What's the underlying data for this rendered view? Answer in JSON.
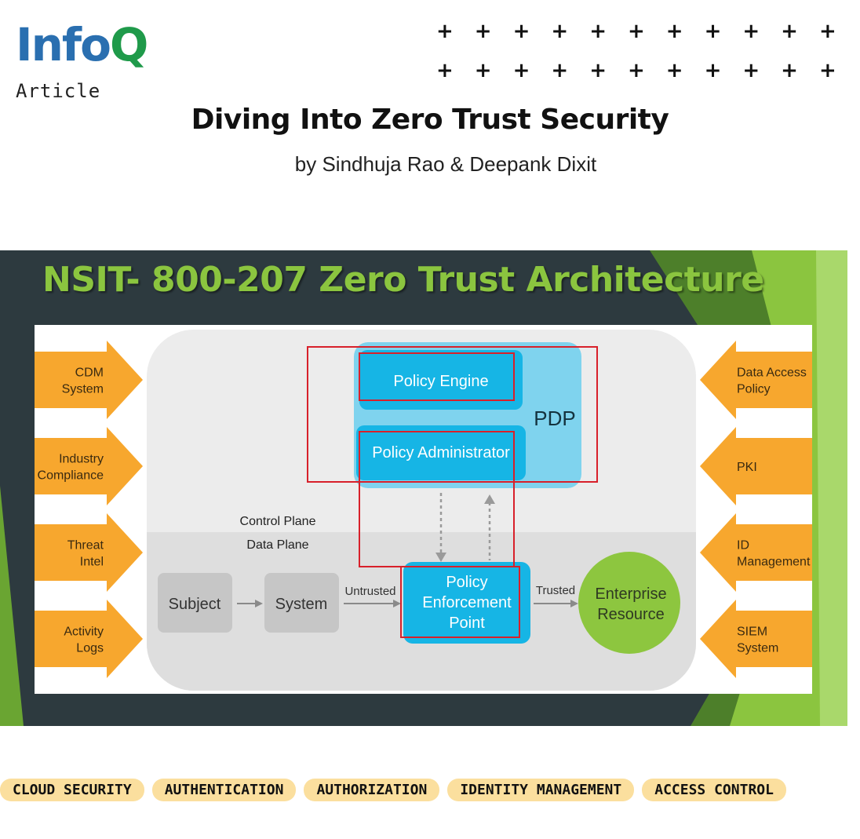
{
  "brand": {
    "logo_part1": "Info",
    "logo_part2": "Q",
    "type_label": "Article"
  },
  "decor": {
    "plus_glyph": "+",
    "rows": 2,
    "cols": 11
  },
  "article": {
    "title": "Diving Into Zero Trust Security",
    "byline": "by Sindhuja Rao & Deepank Dixit"
  },
  "diagram": {
    "slide_title": "NSIT- 800-207 Zero Trust Architecture",
    "left_inputs": [
      {
        "lines": [
          "CDM",
          "System"
        ]
      },
      {
        "lines": [
          "Industry",
          "Compliance"
        ]
      },
      {
        "lines": [
          "Threat",
          "Intel"
        ]
      },
      {
        "lines": [
          "Activity",
          "Logs"
        ]
      }
    ],
    "right_inputs": [
      {
        "lines": [
          "Data Access",
          "Policy"
        ]
      },
      {
        "lines": [
          "PKI"
        ]
      },
      {
        "lines": [
          "ID",
          "Management"
        ]
      },
      {
        "lines": [
          "SIEM",
          "System"
        ]
      }
    ],
    "pdp_label": "PDP",
    "policy_engine": "Policy Engine",
    "policy_administrator": "Policy Administrator",
    "control_plane": "Control Plane",
    "data_plane": "Data Plane",
    "subject": "Subject",
    "system": "System",
    "untrusted": "Untrusted",
    "pep_lines": [
      "Policy",
      "Enforcement",
      "Point"
    ],
    "trusted": "Trusted",
    "resource_lines": [
      "Enterprise",
      "Resource"
    ],
    "colors": {
      "title_green": "#8bc53f",
      "slide_bg": "#2d3a3f",
      "arrow_orange": "#f7a72e",
      "pdp_light": "#7fd3ee",
      "policy_blue": "#16b5e5",
      "resource_green": "#8dc63f",
      "highlight_red": "#d8202a"
    }
  },
  "tags": [
    "CLOUD SECURITY",
    "AUTHENTICATION",
    "AUTHORIZATION",
    "IDENTITY MANAGEMENT",
    "ACCESS CONTROL"
  ]
}
